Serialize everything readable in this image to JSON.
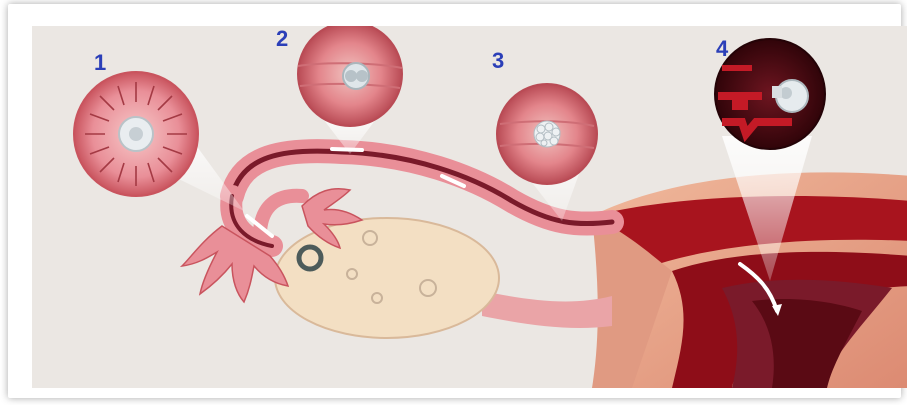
{
  "diagram": {
    "stages": [
      {
        "label": "1",
        "icon": "oocyte-with-corona-icon"
      },
      {
        "label": "2",
        "icon": "two-cell-embryo-icon"
      },
      {
        "label": "3",
        "icon": "morula-icon"
      },
      {
        "label": "4",
        "icon": "implanting-blastocyst-icon"
      }
    ]
  },
  "colors": {
    "background": "#ebe7e3",
    "tube": "#e98f98",
    "tube_dark": "#7a1a2a",
    "ovary": "#f3dfc3",
    "uterus_wall": "#e8a287",
    "endometrium": "#a8141e",
    "label": "#2b3fb8"
  }
}
